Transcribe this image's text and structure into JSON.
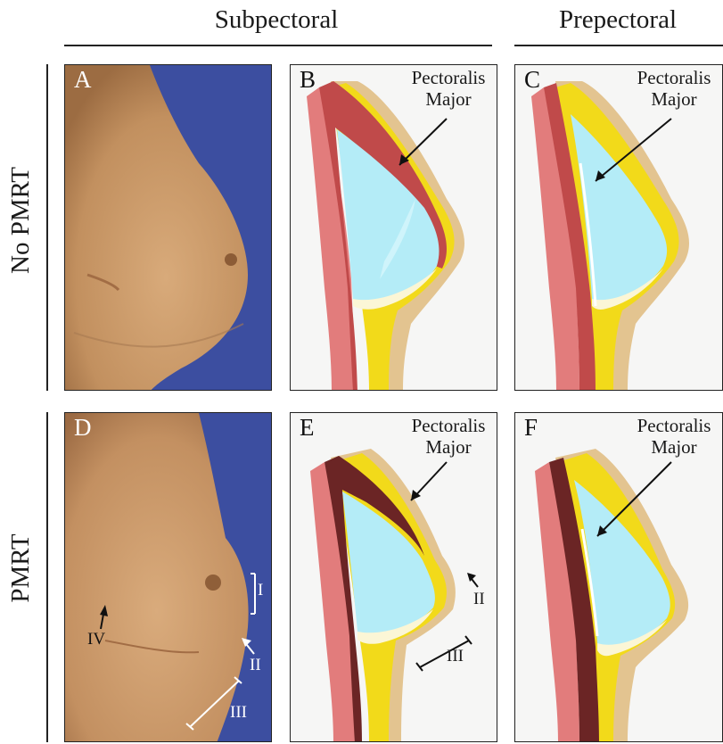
{
  "columns": {
    "subpectoral": "Subpectoral",
    "prepectoral": "Prepectoral"
  },
  "rows": {
    "no_pmrt": "No PMRT",
    "pmrt": "PMRT"
  },
  "panels": {
    "A": {
      "letter": "A"
    },
    "B": {
      "letter": "B",
      "label_line1": "Pectoralis",
      "label_line2": "Major"
    },
    "C": {
      "letter": "C",
      "label_line1": "Pectoralis",
      "label_line2": "Major"
    },
    "D": {
      "letter": "D",
      "annotations": {
        "i": "I",
        "ii": "II",
        "iii": "III",
        "iv": "IV"
      }
    },
    "E": {
      "letter": "E",
      "label_line1": "Pectoralis",
      "label_line2": "Major",
      "annotations": {
        "ii": "II",
        "iii": "III"
      }
    },
    "F": {
      "letter": "F",
      "label_line1": "Pectoralis",
      "label_line2": "Major"
    }
  },
  "colors": {
    "skin_outer": "#e3c490",
    "fat_yellow": "#f2da1a",
    "rib_pink": "#e27c7c",
    "muscle_red": "#c04a4a",
    "muscle_dark": "#6b2525",
    "implant_blue": "#b4ecf7",
    "implant_highlight": "#d6f6fb",
    "gland_cream": "#fbf6d6",
    "photo_bg": "#3c4ea0",
    "photo_skin": "#c99a6b"
  }
}
